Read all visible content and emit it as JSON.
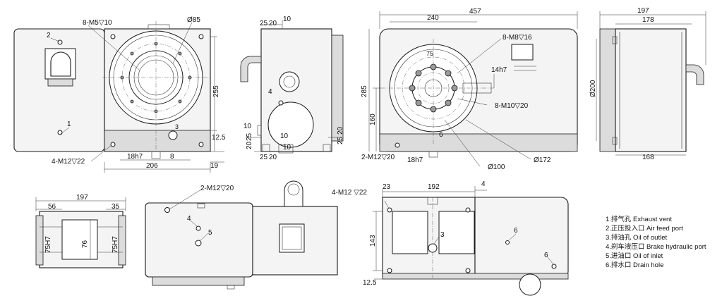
{
  "view1": {
    "label_8m5": "8-M5▽10",
    "label_d85": "Ø85",
    "label_255": "255",
    "label_12_5": "12.5",
    "label_19": "19",
    "label_206": "206",
    "label_18h7": "18h7",
    "label_8": "8",
    "label_4m12": "4-M12▽22",
    "callout_1": "1",
    "callout_2": "2",
    "callout_3": "3"
  },
  "view2": {
    "label_25": "25",
    "label_20": "20",
    "label_10a": "10",
    "label_4": "4",
    "label_10b": "10",
    "label_10c": "10",
    "label_25b": "25",
    "label_20b": "20",
    "label_20c": "20",
    "label_25c": "25",
    "label_25d": "25",
    "label_20d": "20",
    "label_10d": "10"
  },
  "view3": {
    "label_457": "457",
    "label_240": "240",
    "label_8m8": "8-M8▽16",
    "label_14h7": "14h7",
    "label_8m10": "8-M10▽20",
    "label_285": "285",
    "label_160": "160",
    "label_6": "6",
    "label_2m12": "2-M12▽20",
    "label_18h7": "18h7",
    "label_d100": "Ø100",
    "label_d172": "Ø172",
    "label_75": "75"
  },
  "view4": {
    "label_197": "197",
    "label_178": "178",
    "label_d200": "Ø200",
    "label_168": "168"
  },
  "view5": {
    "label_197": "197",
    "label_56": "56",
    "label_35": "35",
    "label_75h7a": "75H7",
    "label_76": "76",
    "label_75h7b": "75H7"
  },
  "view6": {
    "label_2m12": "2-M12▽20",
    "callout_4": "4",
    "callout_5": "5"
  },
  "view7": {
    "label_4m12": "4-M12 ▽22",
    "label_23": "23",
    "label_192": "192",
    "label_4": "4",
    "label_143": "143",
    "label_12_5": "12.5",
    "callout_3": "3",
    "callout_6a": "6",
    "callout_6b": "6"
  },
  "legend": [
    "1.排气孔 Exhaust vent",
    "2.正压投入口 Air feed port",
    "3.排油孔 Oil of outlet",
    "4.刹车液压口 Brake hydraulic port",
    "5.进油口 Oil of inlet",
    "6.排水口 Drain hole"
  ]
}
